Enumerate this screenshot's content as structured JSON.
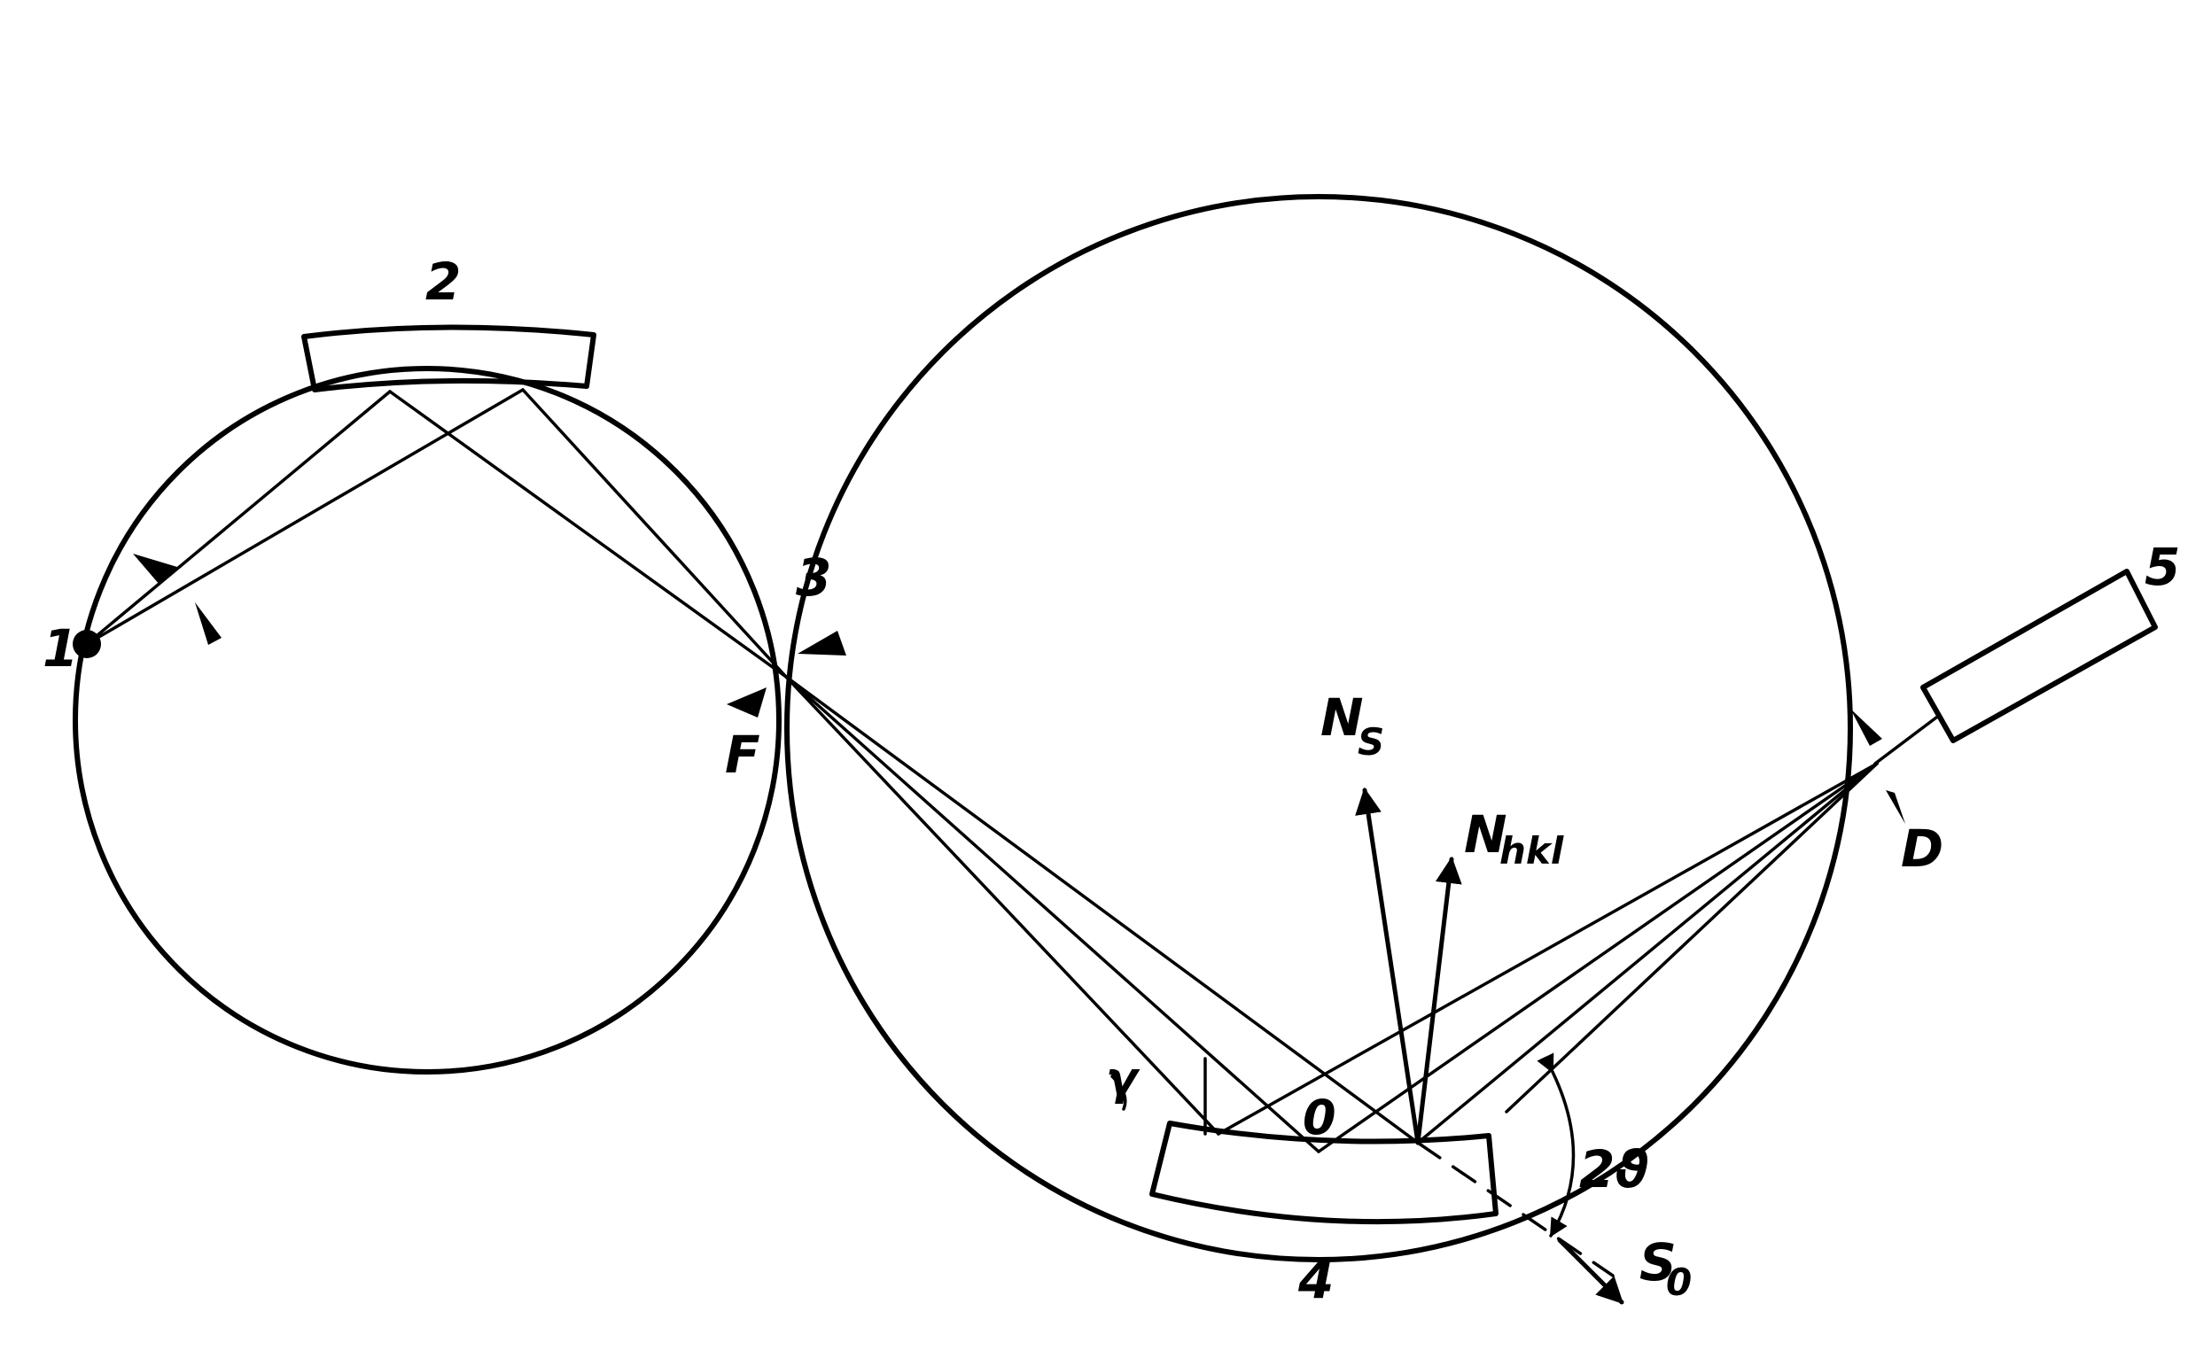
{
  "labels": {
    "source": "1",
    "monochromator": "2",
    "focus_number": "3",
    "focus_letter": "F",
    "sample": "4",
    "detector": "5",
    "detector_slit": "D",
    "sample_center": "0",
    "gamma": "γ",
    "two_theta": "2ϑ",
    "normal_sample": "N",
    "normal_sample_sub": "S",
    "normal_hkl": "N",
    "normal_hkl_sub": "hkl",
    "primary_dir": "S",
    "primary_dir_sub": "0"
  }
}
